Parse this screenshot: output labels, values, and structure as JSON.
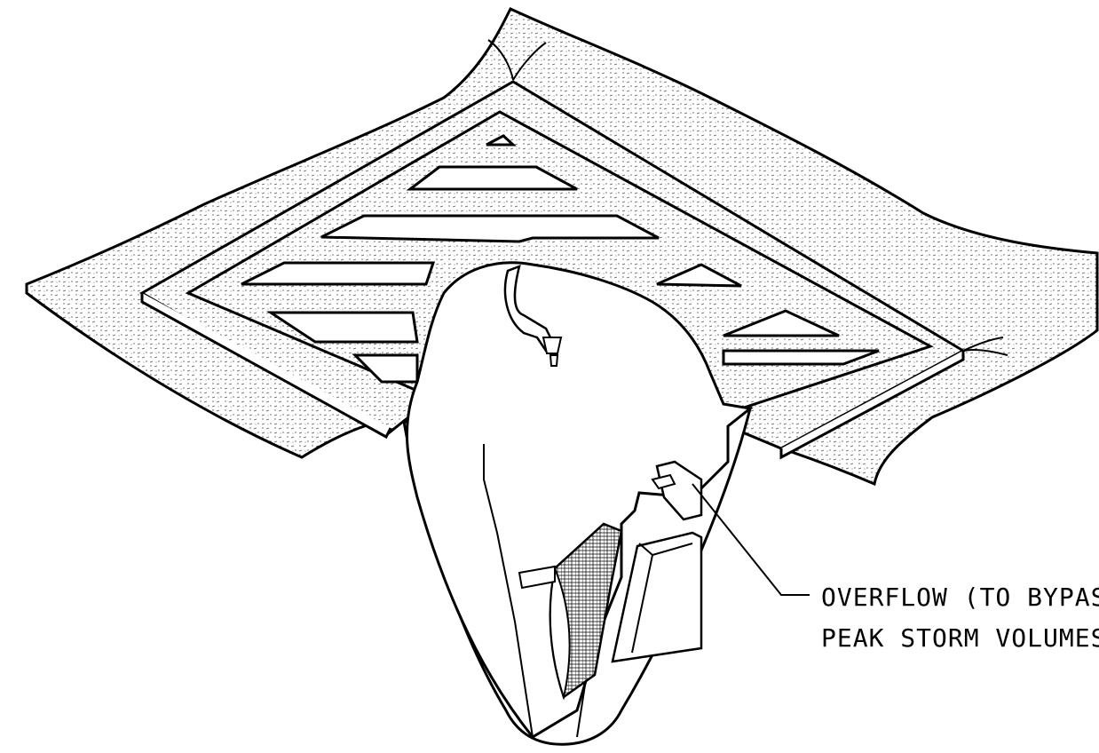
{
  "callout": {
    "line1": "OVERFLOW (TO BYPASS",
    "line2": "PEAK STORM VOLUMES"
  },
  "colors": {
    "ink": "#000000",
    "paper": "#ffffff",
    "stipple": "#555555"
  },
  "icons": {
    "leader": "leader-line"
  }
}
